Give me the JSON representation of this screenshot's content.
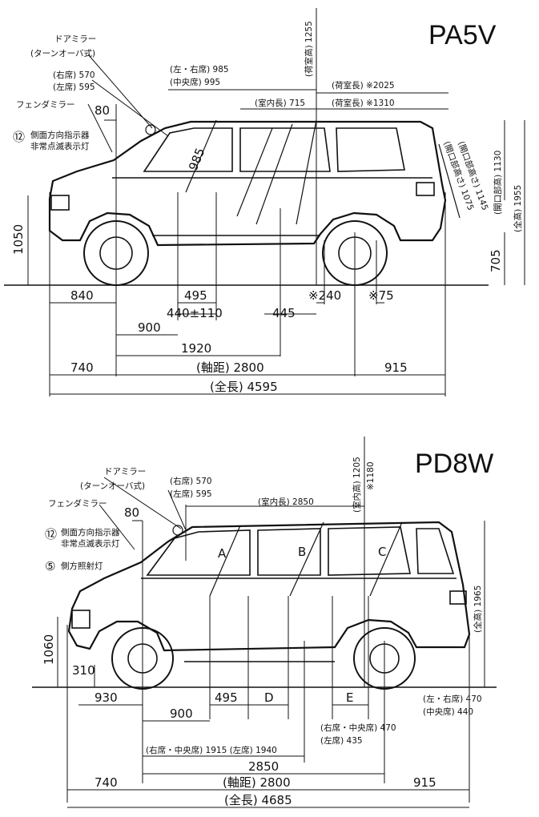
{
  "views": [
    {
      "model": "PA5V",
      "callouts": {
        "door_mirror": "ドアミラー",
        "turnover_type": "(ターンオーバ式)",
        "right_seat": "(右席) 570",
        "left_seat": "(左席) 595",
        "fender_mirror": "フェンダミラー",
        "mirror_offset": "80",
        "circle_mark": "⑫",
        "side_indicator_1": "側面方向指示器",
        "side_indicator_2": "非常点滅表示灯",
        "left_right_seat": "(左・右席) 985",
        "center_seat": "(中央席) 995",
        "cargo_length_top": "(荷室長) ※2025",
        "room_length": "(室内長) 715",
        "cargo_length": "(荷室長) ※1310",
        "cargo_height": "(荷室高) 1255",
        "opening_height_1145": "(開口部高さ) 1145",
        "opening_height_1075": "(開口部高さ) 1075",
        "opening_height_1130": "(開口部高) 1130",
        "total_height": "(全高) 1955",
        "seat_diag": "985",
        "front_height": "1050",
        "rear_clearance": "705"
      },
      "bottom_dims": {
        "front_overhang_floor": "840",
        "d495": "495",
        "d440": "440±110",
        "d445": "445",
        "d240": "※240",
        "d75": "※75",
        "d900": "900",
        "d1920": "1920",
        "front_overhang": "740",
        "wheelbase": "(軸距) 2800",
        "rear_overhang": "915",
        "overall_length": "(全長) 4595"
      }
    },
    {
      "model": "PD8W",
      "callouts": {
        "door_mirror": "ドアミラー",
        "turnover_type": "(ターンオーバ式)",
        "right_seat": "(右席) 570",
        "left_seat": "(左席) 595",
        "fender_mirror": "フェンダミラー",
        "mirror_offset": "80",
        "circle_mark": "⑫",
        "side_indicator_1": "側面方向指示器",
        "side_indicator_2": "非常点滅表示灯",
        "circle_mark_5": "⑤",
        "side_lamp": "側方照射灯",
        "room_length": "(室内長) 2850",
        "room_height": "(室内高) 1205",
        "room_height_alt": "※1180",
        "total_height": "(全高) 1965",
        "front_height": "1060",
        "front_low": "310",
        "seat_a": "A",
        "seat_b": "B",
        "seat_c": "C",
        "left_right_seat_470": "(左・右席) 470",
        "center_seat_440": "(中央席) 440"
      },
      "bottom_dims": {
        "d930": "930",
        "d495": "495",
        "d_D": "D",
        "d_E": "E",
        "d900": "900",
        "right_center_470": "(右席・中央席) 470",
        "left_435": "(左席) 435",
        "d1915": "(右席・中央席) 1915 (左席) 1940",
        "d2850": "2850",
        "front_overhang": "740",
        "wheelbase": "(軸距) 2800",
        "rear_overhang": "915",
        "overall_length": "(全長) 4685"
      }
    }
  ]
}
